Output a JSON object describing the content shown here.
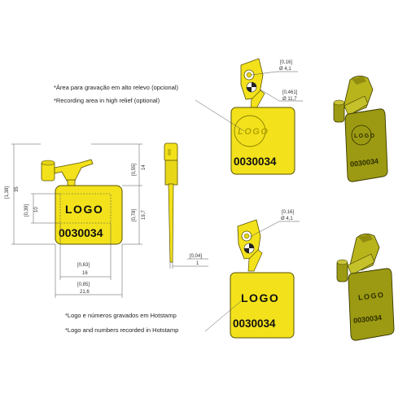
{
  "colors": {
    "seal_yellow": "#f3e21b",
    "seal_outline": "#5a5200",
    "seal_dark": "#9c9a12",
    "seal_shadow": "#3a3a00",
    "line": "#555555"
  },
  "tag": {
    "logo": "LOGO",
    "number": "0030034"
  },
  "notes": {
    "relief_pt": "*Área para gravação em alto relevo (opcional)",
    "relief_en": "*Recording area in high relief (optional)",
    "hotstamp_pt": "*Logo e números gravados em Hotstamp",
    "hotstamp_en": "*Logo and numbers recorded in Hotstamp"
  },
  "dimensions": {
    "overall_height_in": "[1,38]",
    "overall_height_mm": "35",
    "inner_height_in": "[0,39]",
    "inner_height_mm": "10",
    "head_height_in": "[0,55]",
    "head_height_mm": "14",
    "plate_height_in": "[0,78]",
    "plate_height_mm": "19,7",
    "inner_width_in": "[0,63]",
    "inner_width_mm": "16",
    "plate_width_in": "[0,85]",
    "plate_width_mm": "21,6",
    "thickness_in": "[0,04]",
    "thickness_mm": "1",
    "hole_in": "[0,16]",
    "hole_mm": "Ø 4,1",
    "outer_in": "[0,461]",
    "outer_mm": "Ø 11,7",
    "hole2_in": "[0,16]",
    "hole2_mm": "Ø 4,1"
  }
}
